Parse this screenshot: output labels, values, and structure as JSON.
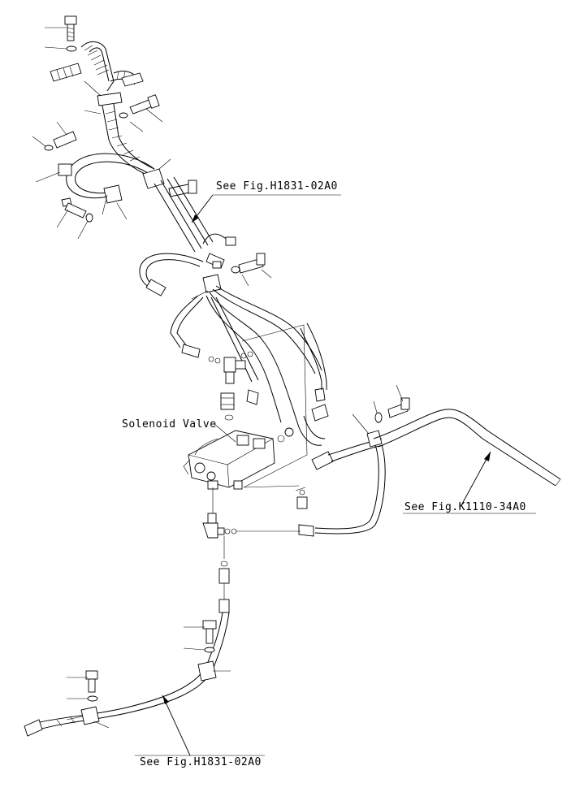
{
  "labels": {
    "ref_top": "See Fig.H1831-02A0",
    "ref_right": "See Fig.K1110-34A0",
    "ref_bottom": "See Fig.H1831-02A0",
    "solenoid": "Solenoid Valve"
  }
}
